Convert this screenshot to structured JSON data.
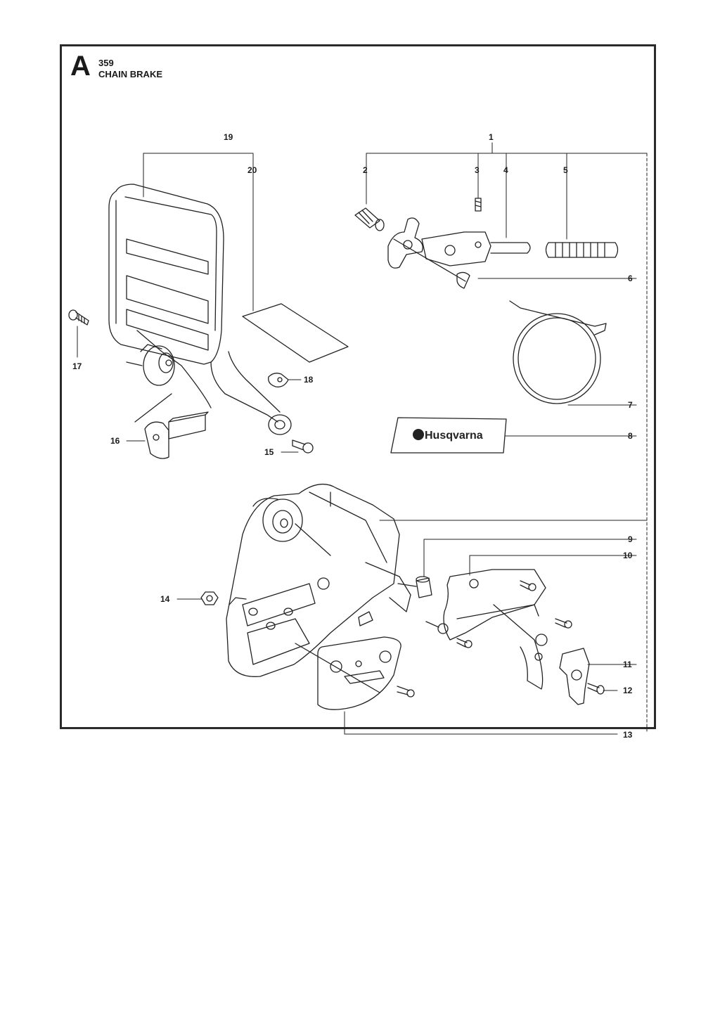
{
  "header": {
    "section_letter": "A",
    "model": "359",
    "title": "CHAIN BRAKE"
  },
  "brand": {
    "decal_text": "Husqvarna"
  },
  "callouts": [
    {
      "id": "c1",
      "text": "1"
    },
    {
      "id": "c2",
      "text": "2"
    },
    {
      "id": "c3",
      "text": "3"
    },
    {
      "id": "c4",
      "text": "4"
    },
    {
      "id": "c5",
      "text": "5"
    },
    {
      "id": "c6",
      "text": "6"
    },
    {
      "id": "c7",
      "text": "7"
    },
    {
      "id": "c8",
      "text": "8"
    },
    {
      "id": "c9",
      "text": "9"
    },
    {
      "id": "c10",
      "text": "10"
    },
    {
      "id": "c11",
      "text": "11"
    },
    {
      "id": "c12",
      "text": "12"
    },
    {
      "id": "c13",
      "text": "13"
    },
    {
      "id": "c14",
      "text": "14"
    },
    {
      "id": "c15",
      "text": "15"
    },
    {
      "id": "c16",
      "text": "16"
    },
    {
      "id": "c17",
      "text": "17"
    },
    {
      "id": "c18",
      "text": "18"
    },
    {
      "id": "c19",
      "text": "19"
    },
    {
      "id": "c20",
      "text": "20"
    }
  ]
}
